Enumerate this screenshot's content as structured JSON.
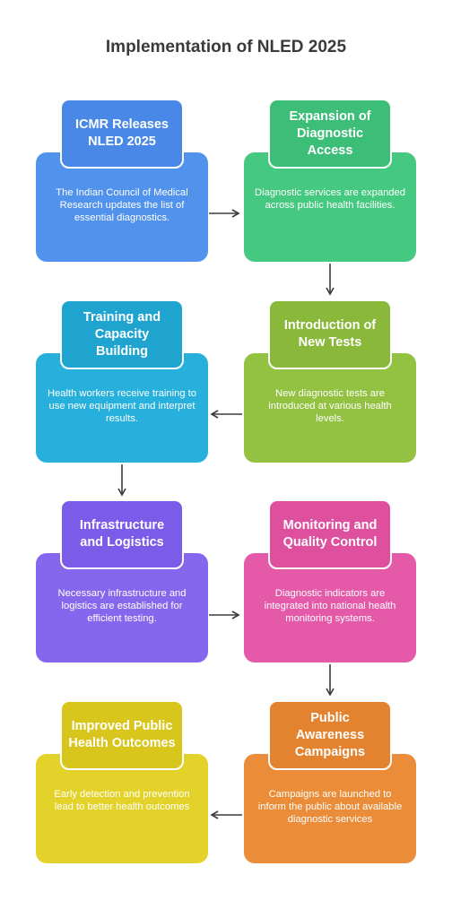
{
  "title": "Implementation of NLED 2025",
  "steps": [
    {
      "heading": "ICMR Releases NLED 2025",
      "text": "The Indian Council of Medical Research updates the list of essential diagnostics.",
      "head_color": "#4a88e8",
      "body_color": "#5192ec"
    },
    {
      "heading": "Expansion of Diagnostic Access",
      "text": "Diagnostic services are expanded across public health facilities.",
      "head_color": "#3cbd78",
      "body_color": "#45c880"
    },
    {
      "heading": "Training and Capacity Building",
      "text": "Health workers receive training to use new equipment and interpret results.",
      "head_color": "#1fa3cf",
      "body_color": "#27b0dc"
    },
    {
      "heading": "Introduction of New Tests",
      "text": "New diagnostic tests are introduced at various health levels.",
      "head_color": "#8ab83b",
      "body_color": "#93c142"
    },
    {
      "heading": "Infrastructure and Logistics",
      "text": "Necessary infrastructure and logistics are established for efficient testing.",
      "head_color": "#7b5ce8",
      "body_color": "#8467ec"
    },
    {
      "heading": "Monitoring and Quality Control",
      "text": "Diagnostic indicators are integrated into national health monitoring systems.",
      "head_color": "#de4f9e",
      "body_color": "#e45aa8"
    },
    {
      "heading": "Improved Public Health Outcomes",
      "text": "Early detection and prevention lead to better health outcomes",
      "head_color": "#d8c61c",
      "body_color": "#e3d22a"
    },
    {
      "heading": "Public Awareness Campaigns",
      "text": "Campaigns are launched to inform the public about available diagnostic services",
      "head_color": "#e4832f",
      "body_color": "#ea8c38"
    }
  ]
}
